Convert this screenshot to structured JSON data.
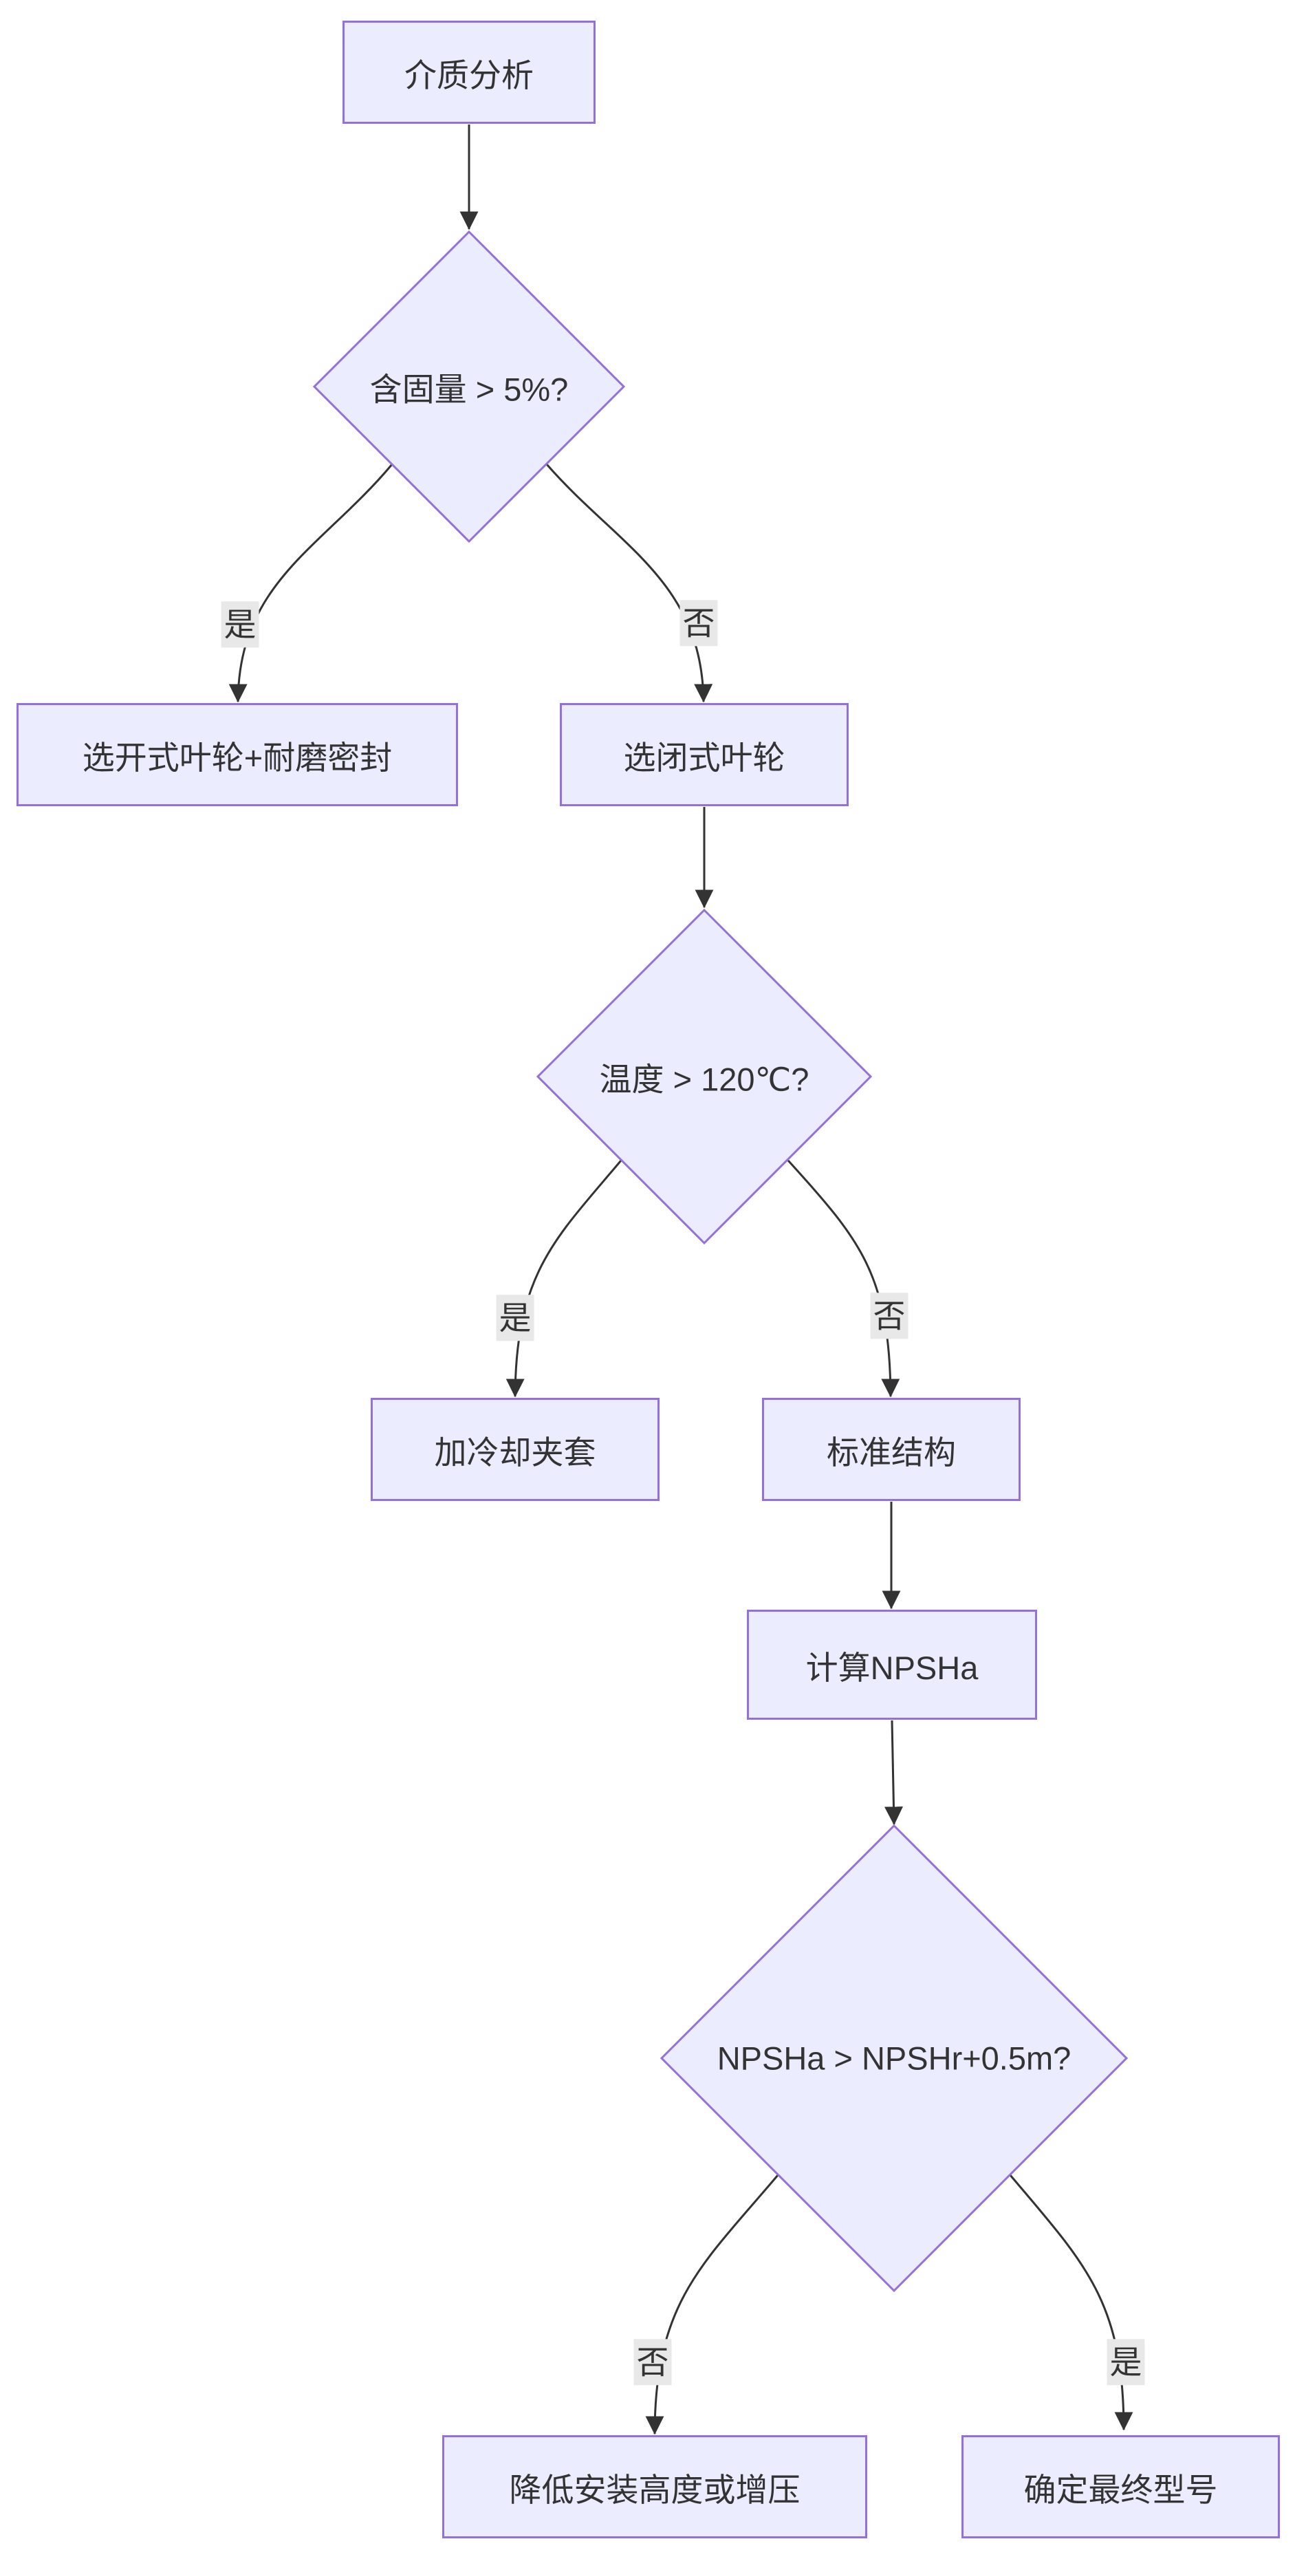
{
  "diagram": {
    "type": "flowchart",
    "direction": "top-down",
    "background": "#ffffff",
    "colors": {
      "node_fill": "#ECECFF",
      "node_border": "#9370DB",
      "edge_stroke": "#333333",
      "text": "#333333",
      "edge_label_bg": "#e8e8e8"
    },
    "nodes": {
      "media_analysis": {
        "label": "介质分析",
        "shape": "rect"
      },
      "solids_question": {
        "label": "含固量 > 5%?",
        "shape": "diamond"
      },
      "open_impeller": {
        "label": "选开式叶轮+耐磨密封",
        "shape": "rect"
      },
      "closed_impeller": {
        "label": "选闭式叶轮",
        "shape": "rect"
      },
      "temp_question": {
        "label": "温度 > 120℃?",
        "shape": "diamond"
      },
      "cooling_jacket": {
        "label": "加冷却夹套",
        "shape": "rect"
      },
      "standard_structure": {
        "label": "标准结构",
        "shape": "rect"
      },
      "calc_npsha": {
        "label": "计算NPSHa",
        "shape": "rect"
      },
      "npsh_question": {
        "label": "NPSHa > NPSHr+0.5m?",
        "shape": "diamond"
      },
      "lower_height_or_boost": {
        "label": "降低安装高度或增压",
        "shape": "rect"
      },
      "final_model": {
        "label": "确定最终型号",
        "shape": "rect"
      }
    },
    "edge_labels": {
      "yes1": "是",
      "no1": "否",
      "yes2": "是",
      "no2": "否",
      "no3": "否",
      "yes3": "是"
    },
    "edges": [
      {
        "from": "media_analysis",
        "to": "solids_question",
        "label": ""
      },
      {
        "from": "solids_question",
        "to": "open_impeller",
        "label": "是"
      },
      {
        "from": "solids_question",
        "to": "closed_impeller",
        "label": "否"
      },
      {
        "from": "closed_impeller",
        "to": "temp_question",
        "label": ""
      },
      {
        "from": "temp_question",
        "to": "cooling_jacket",
        "label": "是"
      },
      {
        "from": "temp_question",
        "to": "standard_structure",
        "label": "否"
      },
      {
        "from": "standard_structure",
        "to": "calc_npsha",
        "label": ""
      },
      {
        "from": "calc_npsha",
        "to": "npsh_question",
        "label": ""
      },
      {
        "from": "npsh_question",
        "to": "lower_height_or_boost",
        "label": "否"
      },
      {
        "from": "npsh_question",
        "to": "final_model",
        "label": "是"
      }
    ]
  }
}
